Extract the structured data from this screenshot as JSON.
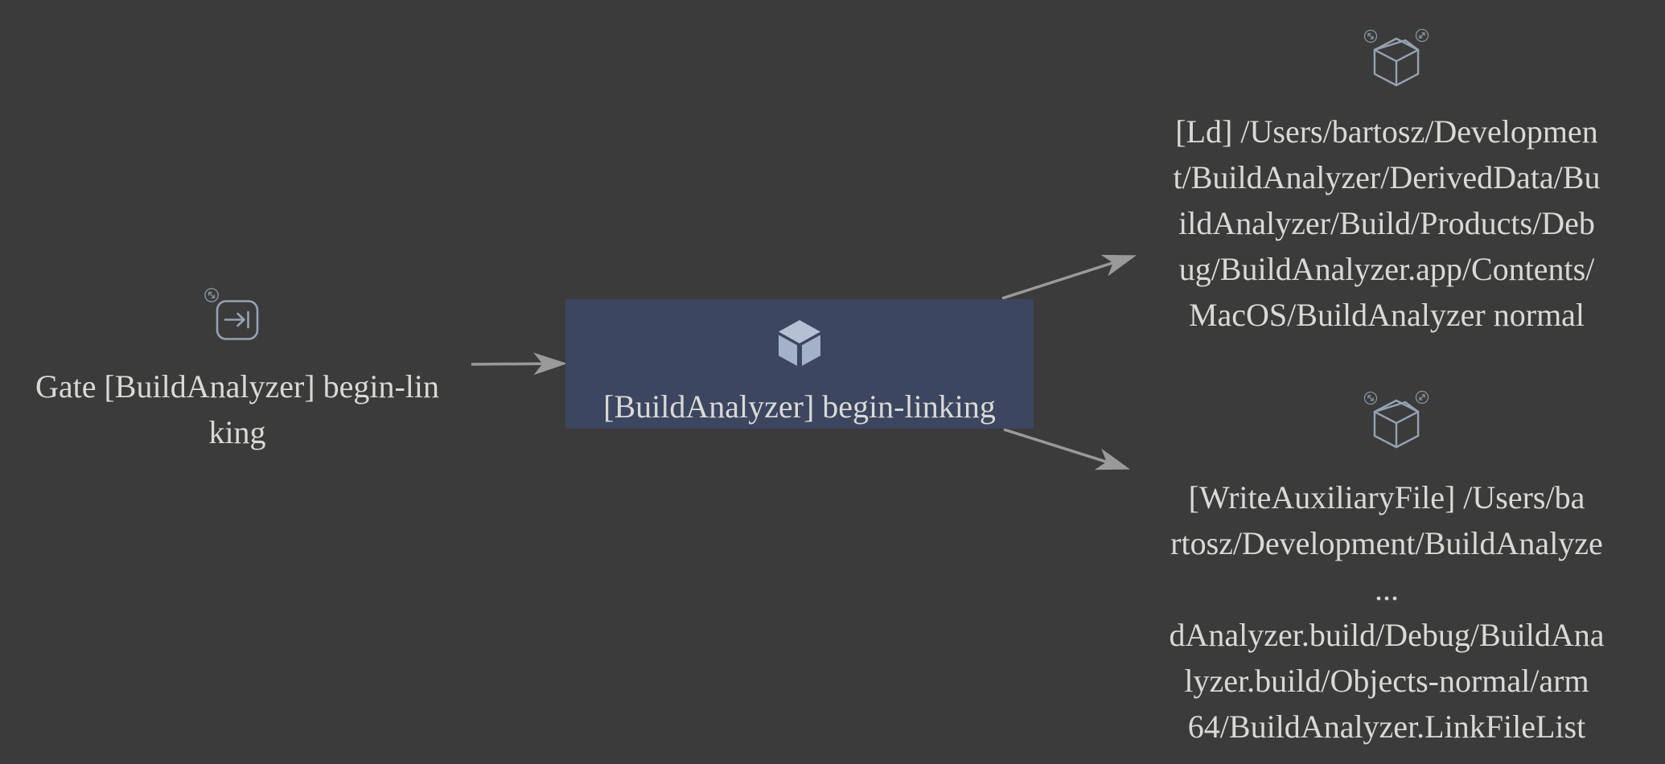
{
  "graph": {
    "nodes": {
      "gate": {
        "id": "gate",
        "kind": "gate-task",
        "label": "Gate [BuildAnalyzer] begin-linking",
        "lines": [
          "Gate [BuildAnalyzer] begin-lin",
          "king"
        ],
        "icon": "enter-gate-icon",
        "selected": false
      },
      "begin_linking": {
        "id": "begin_linking",
        "kind": "task",
        "label": "[BuildAnalyzer] begin-linking",
        "lines": [
          "[BuildAnalyzer] begin-linking"
        ],
        "icon": "cube-filled-icon",
        "selected": true
      },
      "ld": {
        "id": "ld",
        "kind": "file-task",
        "label": "[Ld] /Users/bartosz/Development/BuildAnalyzer/DerivedData/BuildAnalyzer/Build/Products/Debug/BuildAnalyzer.app/Contents/MacOS/BuildAnalyzer normal",
        "lines": [
          "[Ld] /Users/bartosz/Developmen",
          "t/BuildAnalyzer/DerivedData/Bu",
          "ildAnalyzer/Build/Products/Deb",
          "ug/BuildAnalyzer.app/Contents/",
          "MacOS/BuildAnalyzer normal"
        ],
        "icon": "shippingbox-icon",
        "selected": false
      },
      "write_auxiliary_file": {
        "id": "write_auxiliary_file",
        "kind": "file-task",
        "label": "[WriteAuxiliaryFile] /Users/bartosz/Development/BuildAnalyze...dAnalyzer.build/Debug/BuildAnalyzer.build/Objects-normal/arm64/BuildAnalyzer.LinkFileList",
        "lines": [
          "[WriteAuxiliaryFile] /Users/ba",
          "rtosz/Development/BuildAnalyze",
          "...",
          "dAnalyzer.build/Debug/BuildAna",
          "lyzer.build/Objects-normal/arm",
          "64/BuildAnalyzer.LinkFileList"
        ],
        "icon": "shippingbox-icon",
        "selected": false
      }
    },
    "edges": [
      {
        "from": "gate",
        "to": "begin_linking"
      },
      {
        "from": "begin_linking",
        "to": "ld"
      },
      {
        "from": "begin_linking",
        "to": "write_auxiliary_file"
      }
    ]
  },
  "colors": {
    "background": "#3B3B3B",
    "selected-node-bg": "#3C4660",
    "node-text": "#D9D9D6",
    "arrow": "#9A9A9A",
    "icon-stroke": "#96A2B2",
    "cube-top": "#B4C1D3",
    "cube-side": "#A3B2C8"
  }
}
